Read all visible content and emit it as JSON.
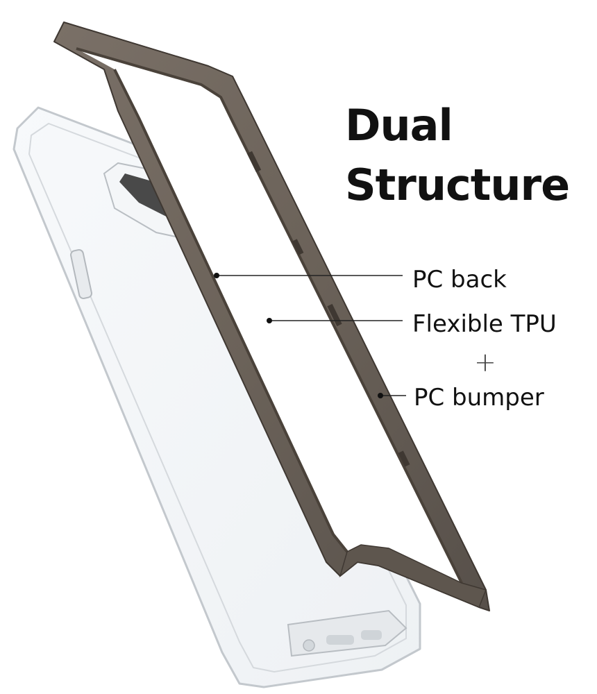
{
  "title": {
    "line1": "Dual",
    "line2": "Structure"
  },
  "callouts": [
    {
      "label": "PC back"
    },
    {
      "label": "Flexible TPU"
    },
    {
      "label": "PC bumper"
    }
  ],
  "separator": "+",
  "colors": {
    "bumper": "#6b6259",
    "bumper_dark": "#4a423a",
    "clear_case_edge": "#c9ced3",
    "text": "#111111",
    "background": "#ffffff"
  },
  "icons": {
    "clear_case": "clear-case-illustration",
    "bumper_frame": "bumper-frame-illustration"
  }
}
